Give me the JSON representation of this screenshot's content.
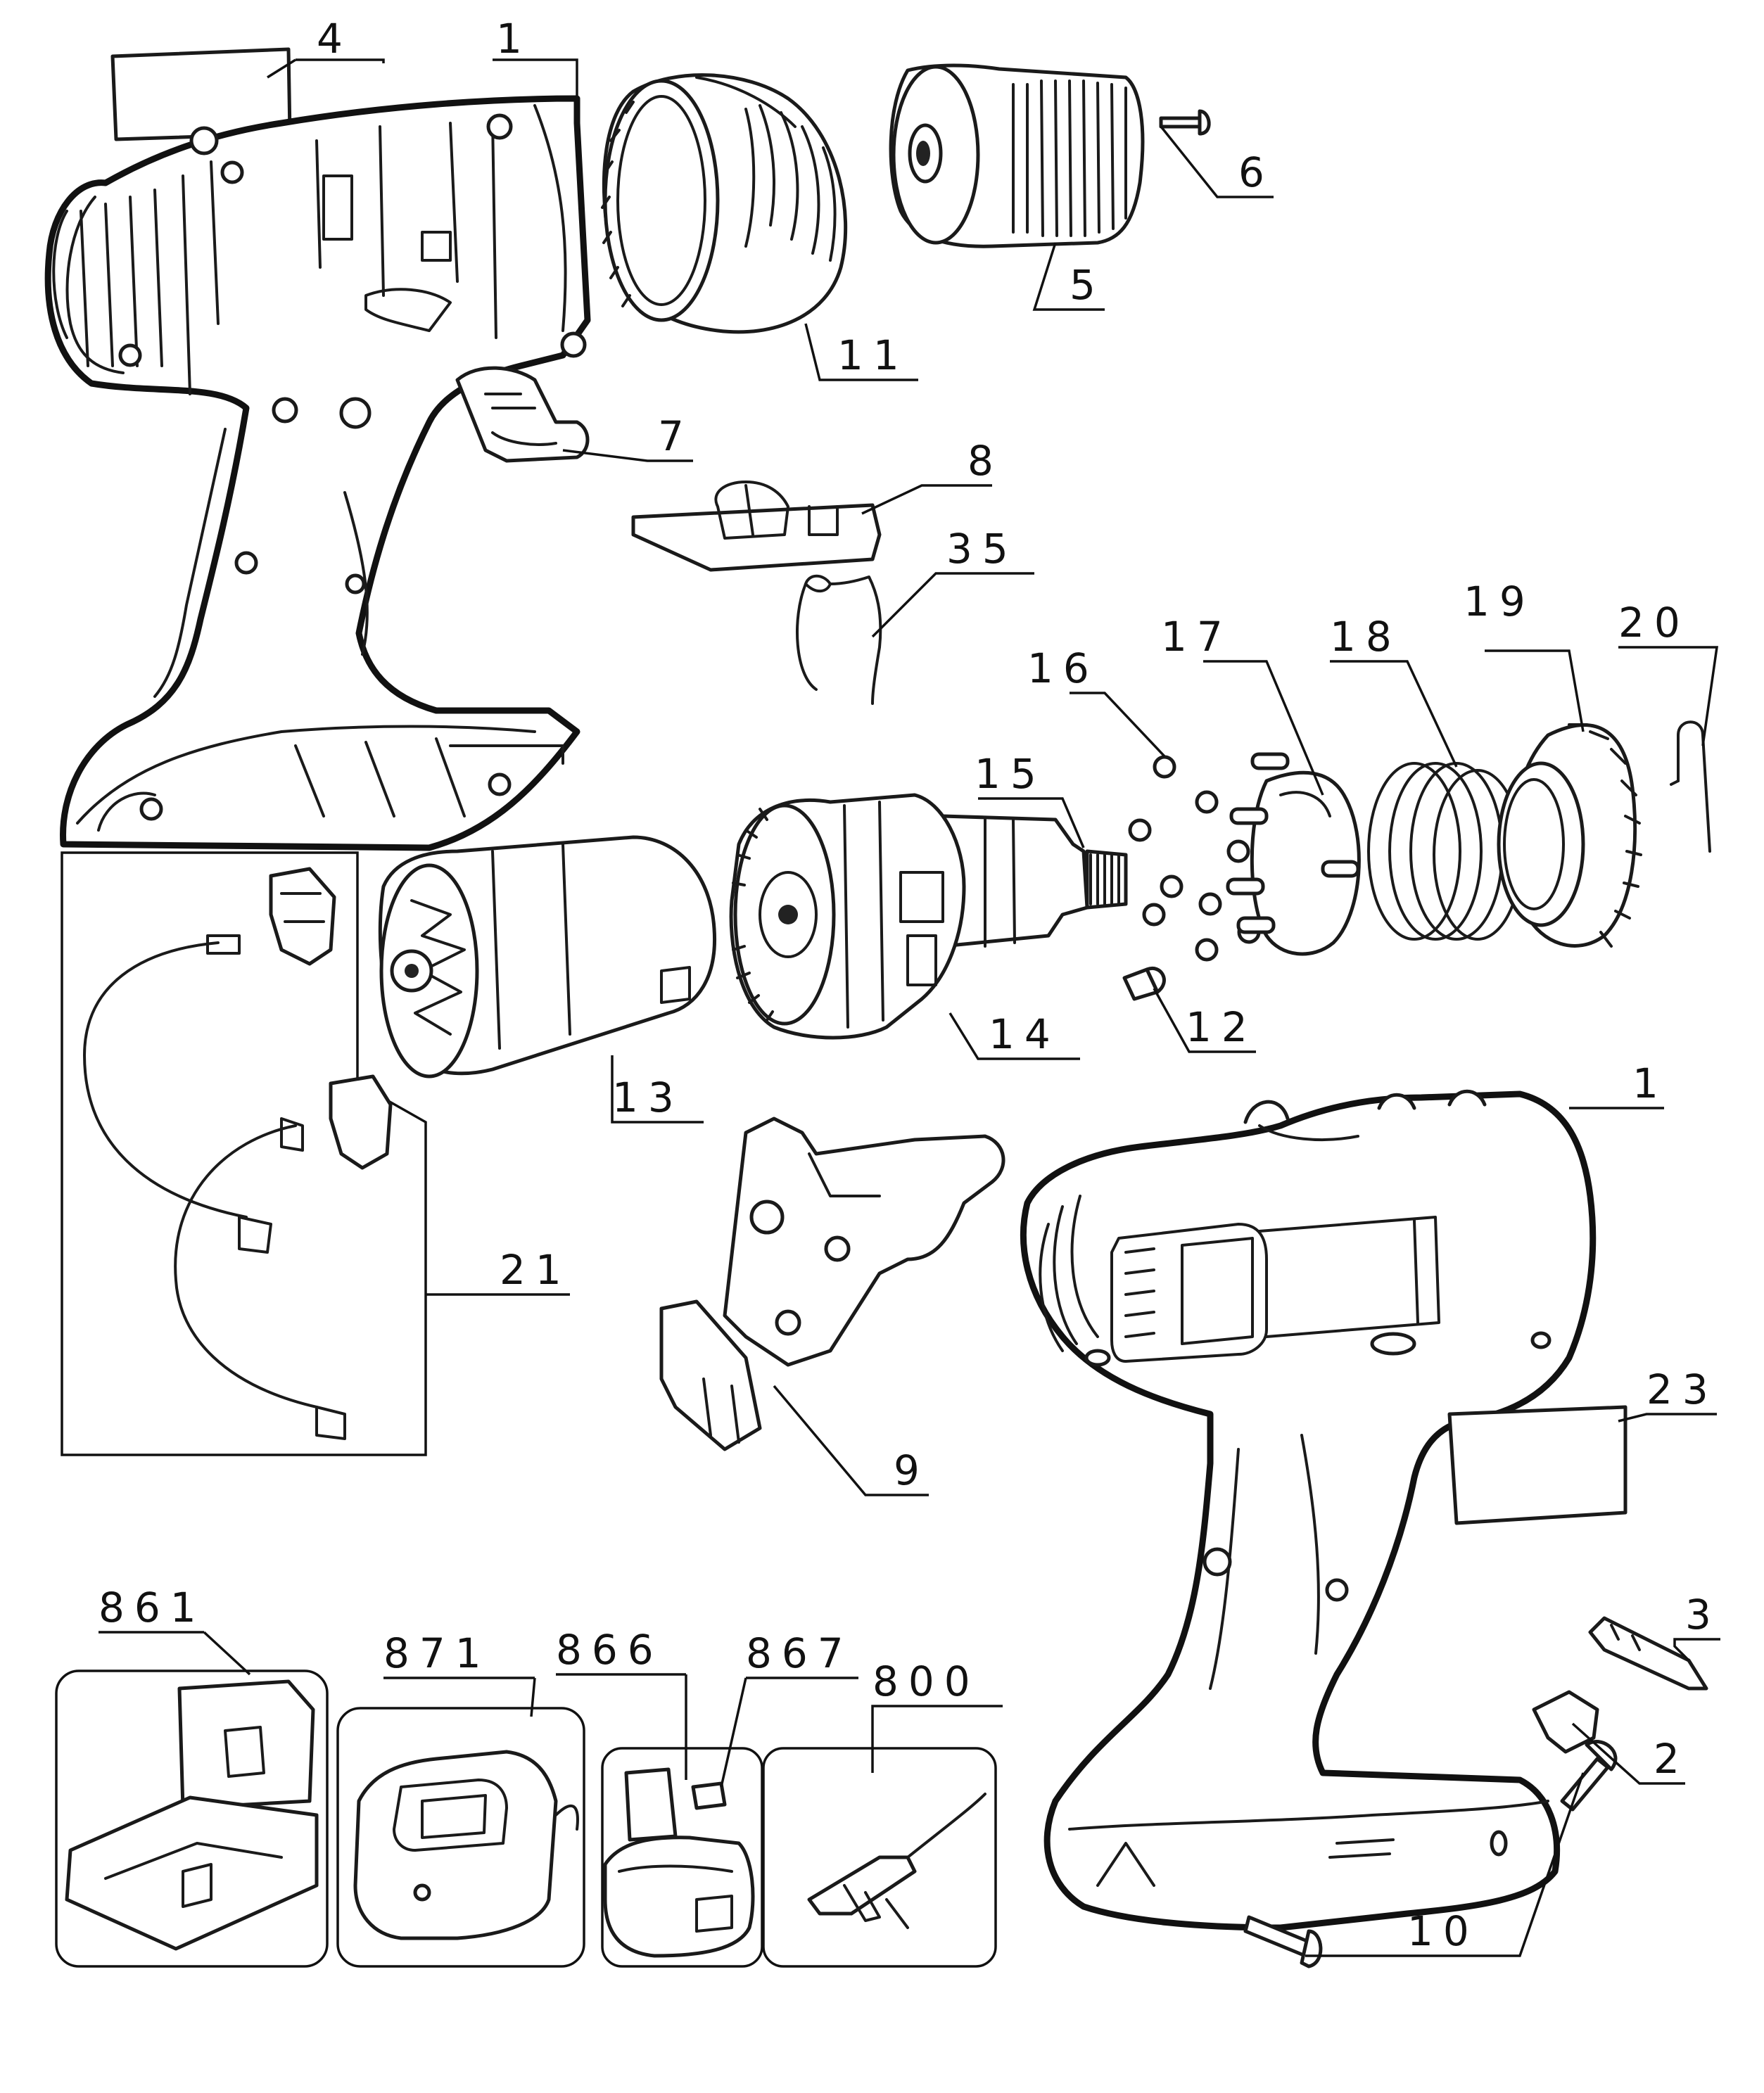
{
  "callouts": {
    "c1_top": "1",
    "c1_right": "1",
    "c2": "2",
    "c3": "3",
    "c4": "4",
    "c5": "5",
    "c6": "6",
    "c7": "7",
    "c8": "8",
    "c9": "9",
    "c10": "10",
    "c11": "11",
    "c12": "12",
    "c13": "13",
    "c14": "14",
    "c15": "15",
    "c16": "16",
    "c17": "17",
    "c18": "18",
    "c19": "19",
    "c20": "20",
    "c21": "21",
    "c23": "23",
    "c35": "35",
    "c800": "800",
    "c861": "861",
    "c866": "866",
    "c867": "867",
    "c871": "871"
  }
}
